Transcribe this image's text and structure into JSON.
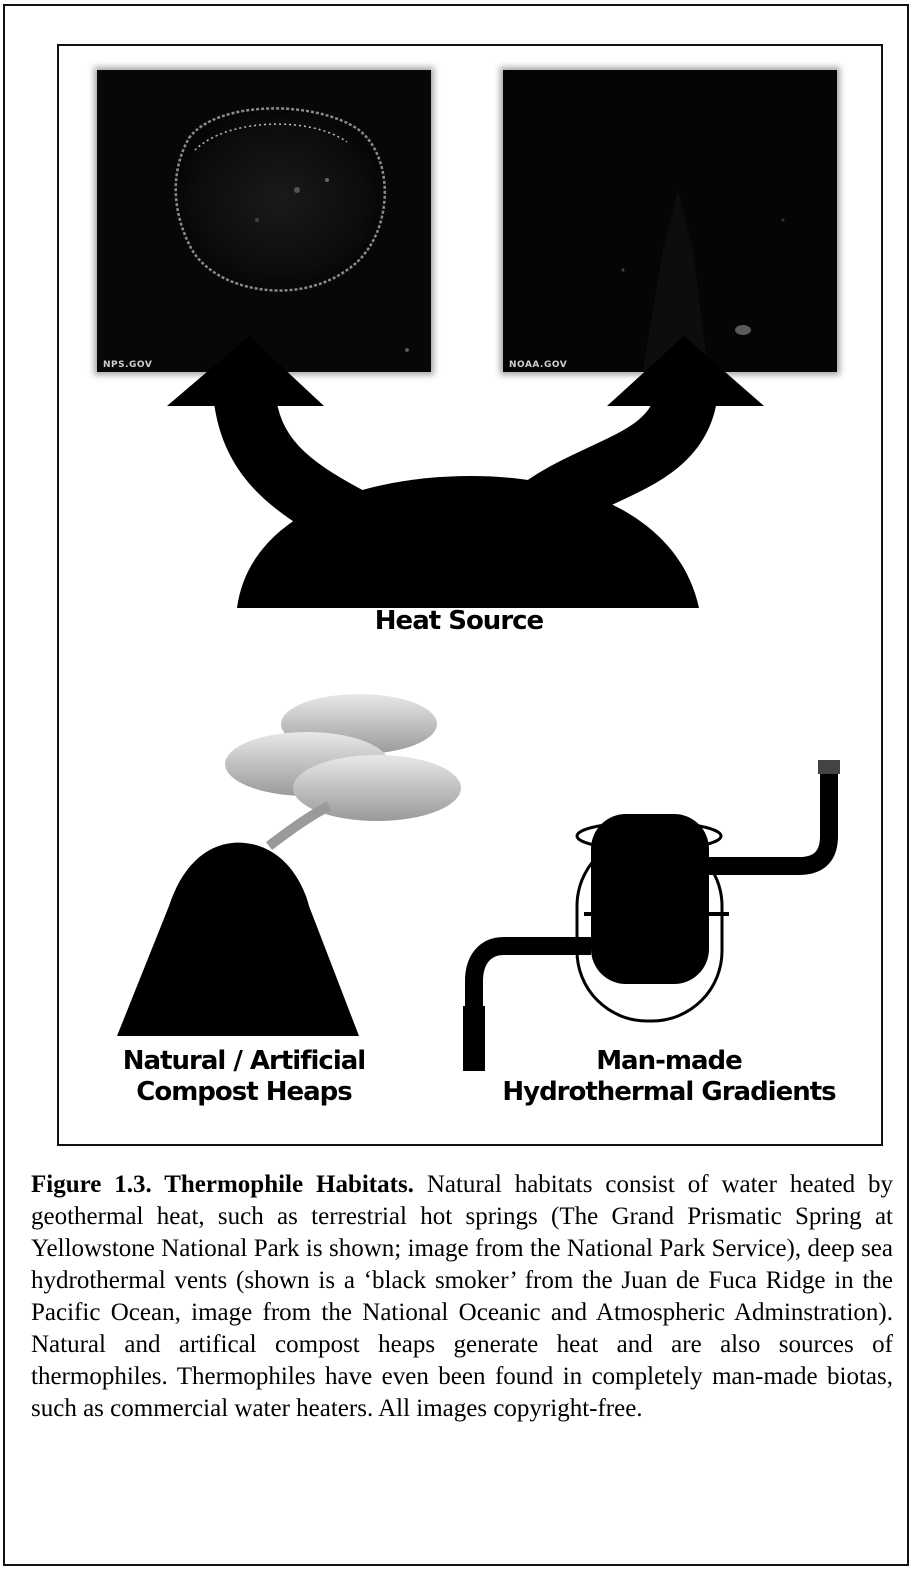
{
  "figure": {
    "photos": [
      {
        "name": "hot-spring-photo",
        "credit": "NPS.GOV"
      },
      {
        "name": "black-smoker-photo",
        "credit": "NOAA.GOV"
      }
    ],
    "labels": {
      "heat_source": "Heat Source",
      "compost_line1": "Natural / Artificial",
      "compost_line2": "Compost Heaps",
      "heater_line1": "Man-made",
      "heater_line2": "Hydrothermal Gradients"
    }
  },
  "caption": {
    "lead": "Figure 1.3. Thermophile Habitats.",
    "body": " Natural habitats consist of water heated by geothermal heat, such as terrestrial hot springs (The Grand Prismatic Spring at Yellowstone National Park is shown; image from the National Park Service), deep sea hydrothermal vents (shown is a ‘black smoker’ from  the Juan de Fuca Ridge in the Pacific Ocean, image from the National Oceanic and Atmospheric Adminstration). Natural and artifical compost heaps generate heat and are also sources of thermophiles. Thermophiles have even been found in completely man-made biotas, such as commercial water heaters. All images copyright-free."
  },
  "colors": {
    "ink": "#000000",
    "cloud": "#bdbdbd",
    "background": "#ffffff"
  }
}
